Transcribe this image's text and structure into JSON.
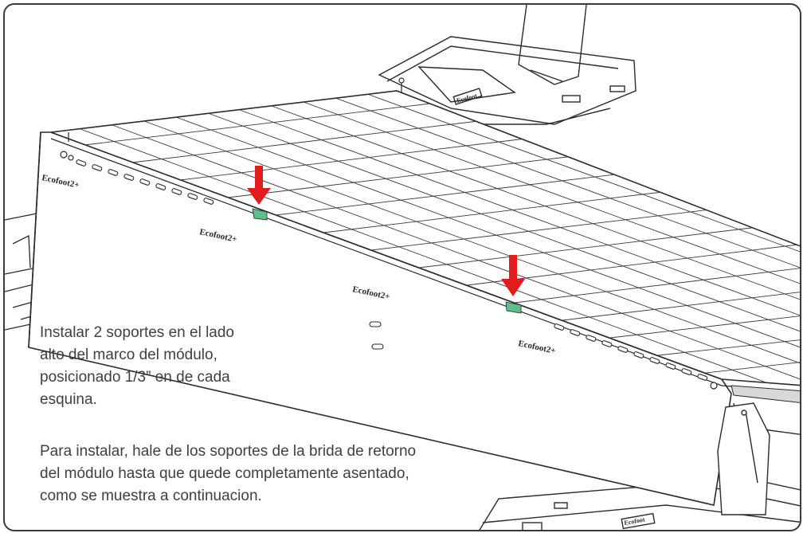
{
  "instructions": {
    "step1_lines": [
      "Instalar 2 soportes en el lado",
      "alto del marco del módulo,",
      "posicionado 1/3” en de cada",
      "esquina."
    ],
    "step2_lines": [
      "Para instalar, hale de los soportes de la  brida de retorno",
      "del módulo hasta que quede completamente asentado,",
      "como se muestra a continuacion."
    ]
  },
  "brand_markings": {
    "ecofoot_label": "Ecofoot2+",
    "plate_label": "Ecofoot"
  },
  "colors": {
    "arrow": "#e21c1c",
    "clip": "#5fbf8c",
    "line": "#2a2a2a",
    "text": "#404040",
    "frame_border": "#3a3a3a"
  },
  "icons": {
    "arrow": "down-arrow-icon",
    "clip": "mounting-clip-icon"
  }
}
